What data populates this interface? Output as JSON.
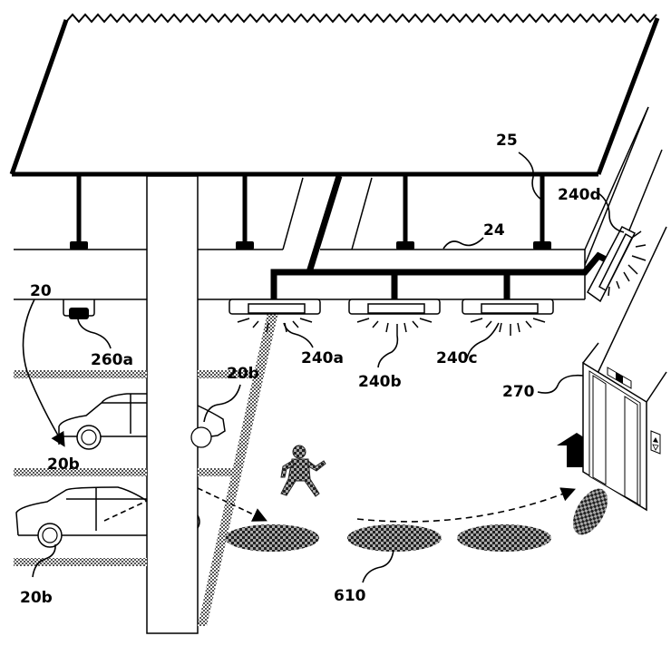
{
  "figure": {
    "type": "patent-style line drawing",
    "subject": "parking garage lighting guiding a pedestrian to an elevator"
  },
  "labels": {
    "ceiling_slab": "25",
    "beam": "24",
    "parking_area": "20",
    "sensor": "260a",
    "light_a": "240a",
    "light_b": "240b",
    "light_c": "240c",
    "light_d": "240d",
    "elevator": "270",
    "guide_pattern": "610",
    "space_top_right": "20b",
    "space_middle_left": "20b",
    "space_bottom_left": "20b"
  },
  "colors": {
    "ink": "#000000",
    "background": "#ffffff",
    "hatch": "#888888"
  },
  "guide_spots": [
    {
      "id": "spot-1"
    },
    {
      "id": "spot-2"
    },
    {
      "id": "spot-3"
    },
    {
      "id": "spot-4"
    }
  ],
  "icons": {
    "direction_arrow": "up-arrow-icon",
    "person": "person-walking-icon",
    "elevator_button": "elevator-call-button-icon"
  }
}
